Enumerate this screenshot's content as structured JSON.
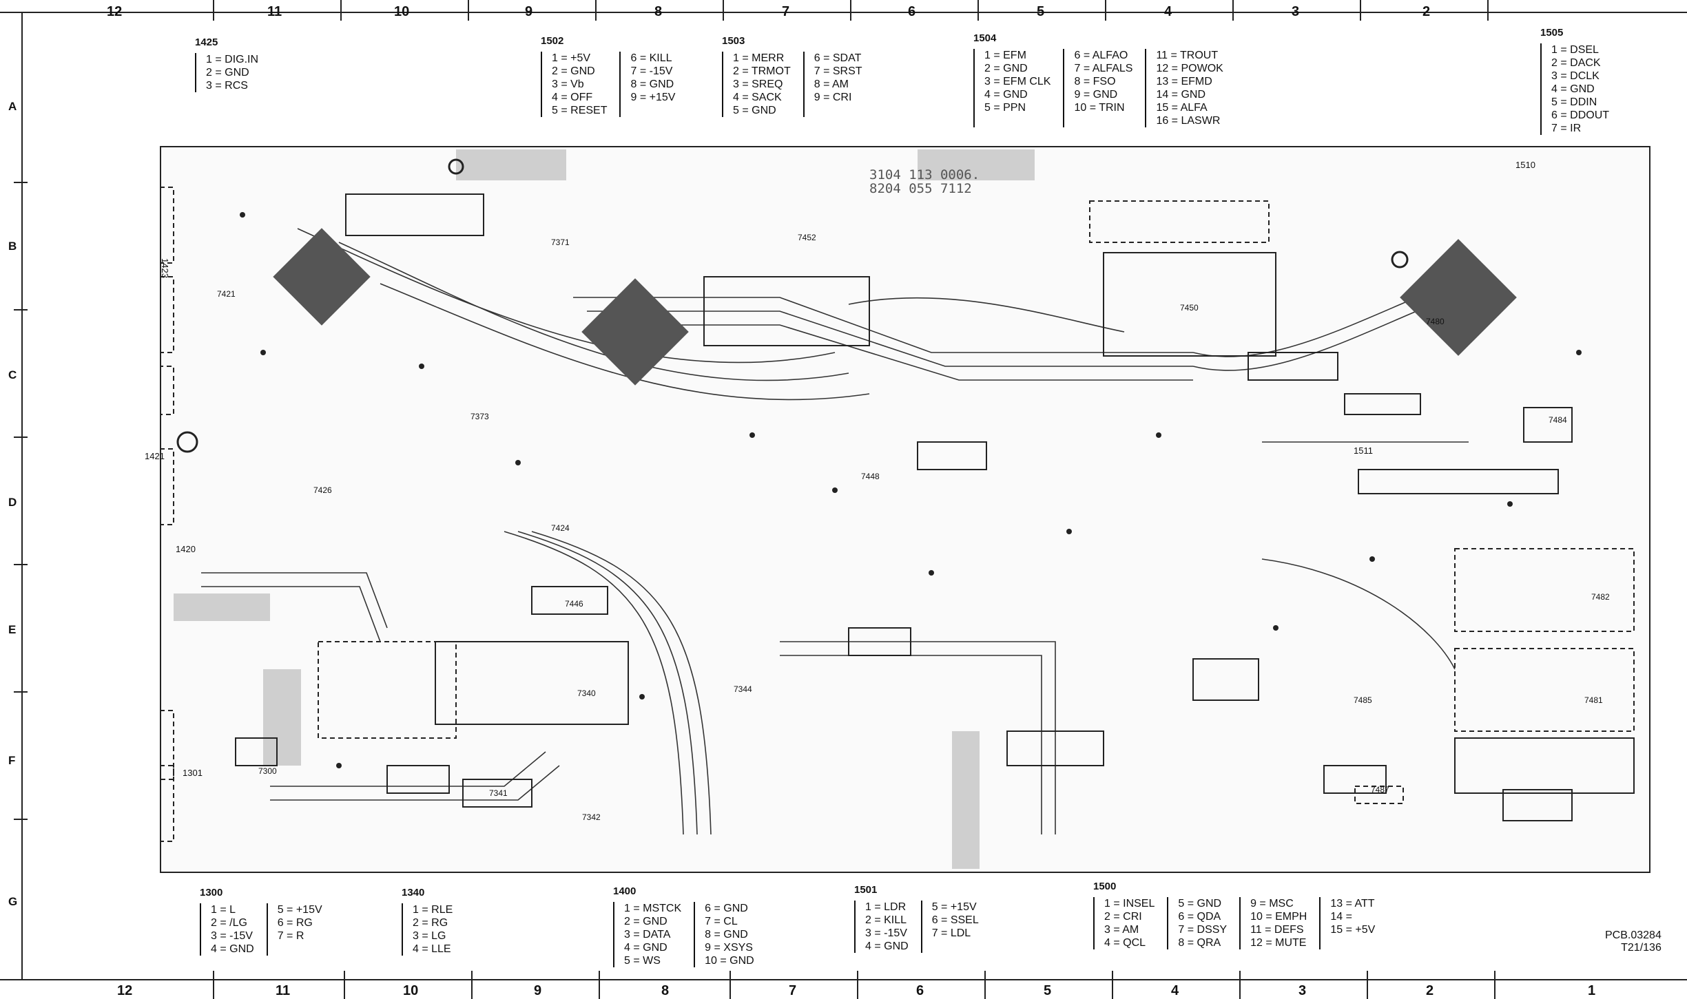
{
  "grid": {
    "top_numbers": [
      "12",
      "11",
      "10",
      "9",
      "8",
      "7",
      "6",
      "5",
      "4",
      "3",
      "2"
    ],
    "bottom_numbers": [
      "12",
      "11",
      "10",
      "9",
      "8",
      "7",
      "6",
      "5",
      "4",
      "3",
      "2",
      "1"
    ],
    "row_letters": [
      "A",
      "B",
      "C",
      "D",
      "E",
      "F",
      "G"
    ]
  },
  "connectors": {
    "c1425": {
      "id": "1425",
      "cols": [
        [
          "1 = DIG.IN",
          "2 = GND",
          "3 = RCS"
        ]
      ]
    },
    "c1502": {
      "id": "1502",
      "cols": [
        [
          "1 = +5V",
          "2 = GND",
          "3 = Vb",
          "4 = OFF",
          "5 = RESET"
        ],
        [
          "6 = KILL",
          "7 = -15V",
          "8 = GND",
          "9 = +15V"
        ]
      ]
    },
    "c1503": {
      "id": "1503",
      "cols": [
        [
          "1 = MERR",
          "2 = TRMOT",
          "3 = SREQ",
          "4 = SACK",
          "5 = GND"
        ],
        [
          "6 = SDAT",
          "7 = SRST",
          "8 = AM",
          "9 = CRI"
        ]
      ]
    },
    "c1504": {
      "id": "1504",
      "cols": [
        [
          "1 = EFM",
          "2 = GND",
          "3 = EFM CLK",
          "4 = GND",
          "5 = PPN"
        ],
        [
          "6 = ALFAO",
          "7 = ALFALS",
          "8 = FSO",
          "9 = GND",
          "10 = TRIN"
        ],
        [
          "11 = TROUT",
          "12 = POWOK",
          "13 = EFMD",
          "14 = GND",
          "15 = ALFA",
          "16 = LASWR"
        ]
      ]
    },
    "c1505": {
      "id": "1505",
      "cols": [
        [
          "1 = DSEL",
          "2 = DACK",
          "3 = DCLK",
          "4 = GND",
          "5 = DDIN",
          "6 = DDOUT",
          "7 = IR"
        ]
      ]
    },
    "c1300": {
      "id": "1300",
      "cols": [
        [
          "1 = L",
          "2 = /LG",
          "3 = -15V",
          "4 = GND"
        ],
        [
          "5 = +15V",
          "6 = RG",
          "7 = R"
        ]
      ]
    },
    "c1340": {
      "id": "1340",
      "cols": [
        [
          "1 = RLE",
          "2 = RG",
          "3 = LG",
          "4 = LLE"
        ]
      ]
    },
    "c1400": {
      "id": "1400",
      "cols": [
        [
          "1 = MSTCK",
          "2 = GND",
          "3 = DATA",
          "4 = GND",
          "5 = WS"
        ],
        [
          "6 = GND",
          "7 = CL",
          "8 = GND",
          "9 = XSYS",
          "10 = GND"
        ]
      ]
    },
    "c1501": {
      "id": "1501",
      "cols": [
        [
          "1 = LDR",
          "2 = KILL",
          "3 = -15V",
          "4 = GND"
        ],
        [
          "5 = +15V",
          "6 = SSEL",
          "7 = LDL"
        ]
      ]
    },
    "c1500": {
      "id": "1500",
      "cols": [
        [
          "1 = INSEL",
          "2 = CRI",
          "3 = AM",
          "4 = QCL"
        ],
        [
          "5 = GND",
          "6 = QDA",
          "7 = DSSY",
          "8 = QRA"
        ],
        [
          "9 = MSC",
          "10 = EMPH",
          "11 = DEFS",
          "12 = MUTE"
        ],
        [
          "13 = ATT",
          "14 =",
          "15 = +5V"
        ]
      ]
    }
  },
  "board": {
    "stamp_line1": "3104 113 0006.",
    "stamp_line2": "8204 055 7112",
    "ic_labels": [
      "7421",
      "7371",
      "7452",
      "7450",
      "7480",
      "7484",
      "7373",
      "7426",
      "7424",
      "7448",
      "7446",
      "7340",
      "7344",
      "7341",
      "7342",
      "7487",
      "7485",
      "7481",
      "7482",
      "7300"
    ],
    "side_labels": [
      "1423",
      "1421",
      "1420",
      "1301",
      "1511",
      "1510"
    ]
  },
  "pcb_ref": {
    "line1": "PCB.03284",
    "line2": "T21/136"
  }
}
